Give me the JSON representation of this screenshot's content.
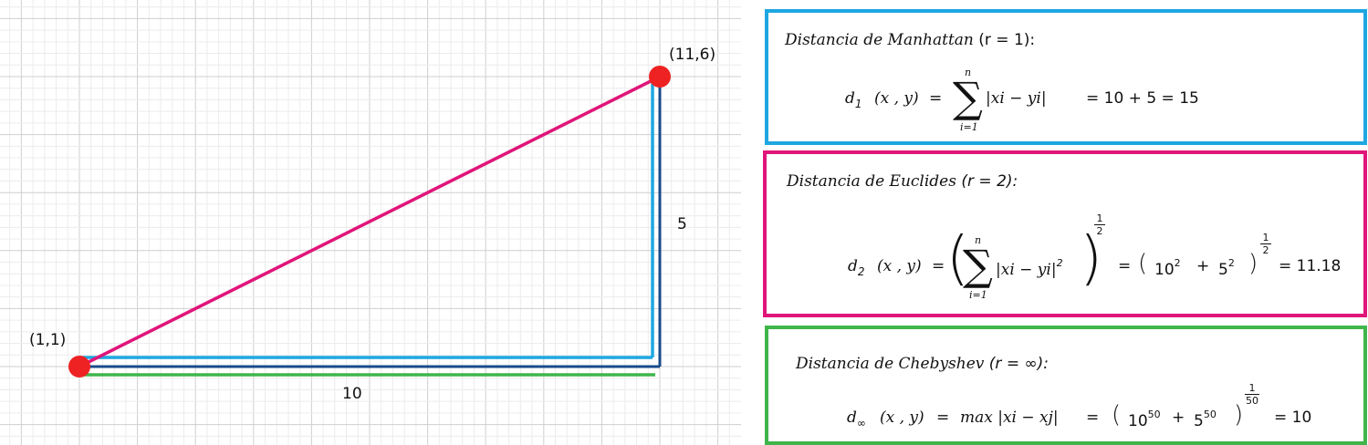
{
  "diagram": {
    "point_a_label": "(1,1)",
    "point_b_label": "(11,6)",
    "horizontal_label": "10",
    "vertical_label": "5",
    "colors": {
      "manhattan": "#1ea7e1",
      "euclides": "#e0157a",
      "chebyshev": "#3fb54a",
      "point": "#ee2222",
      "axis_dark": "#1a4a8a"
    }
  },
  "manhattan": {
    "title": "Distancia de Manhattan",
    "param": "(r = 1):",
    "d": "d",
    "d_sub": "1",
    "args": "(x , y)",
    "eq": "=",
    "sum_top": "n",
    "sum_bottom": "i=1",
    "term": "|xi − yi|",
    "result": "=  10  +  5  =  15"
  },
  "euclides": {
    "title": "Distancia de Euclides",
    "param": "(r = 2):",
    "d": "d",
    "d_sub": "2",
    "args": "(x , y)",
    "eq": "=",
    "sum_top": "n",
    "sum_bottom": "i=1",
    "term": "|xi − yi|",
    "term_exp": "2",
    "exp_num": "1",
    "exp_den": "2",
    "eq2": "=",
    "base1": "10",
    "base1_exp": "2",
    "plus": "+",
    "base2": "5",
    "base2_exp": "2",
    "result": "=   11.18"
  },
  "chebyshev": {
    "title": "Distancia de Chebyshev",
    "param": "(r = ∞):",
    "d": "d",
    "d_sub": "∞",
    "args": "(x , y)",
    "eq": "=",
    "term": "max |xi − xj|",
    "eq2": "=",
    "base1": "10",
    "base1_exp": "50",
    "plus": "+",
    "base2": "5",
    "base2_exp": "50",
    "exp_num": "1",
    "exp_den": "50",
    "result": "=   10"
  }
}
